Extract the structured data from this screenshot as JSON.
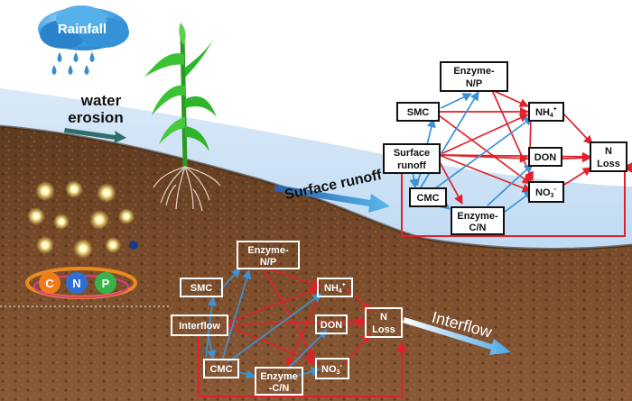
{
  "labels": {
    "rainfall": "Rainfall",
    "water_erosion_1": "water",
    "water_erosion_2": "erosion",
    "surface_runoff": "Surface runoff",
    "interflow": "Interflow",
    "cnp": [
      "C",
      "N",
      "P"
    ]
  },
  "surface_network": {
    "nodes": {
      "smc": "SMC",
      "enzyme_np_1": "Enzyme-",
      "enzyme_np_2": "N/P",
      "nh4_base": "NH",
      "nh4_sub": "4",
      "nh4_sup": "+",
      "surface_runoff_1": "Surface",
      "surface_runoff_2": "runoff",
      "don": "DON",
      "n_loss_1": "N",
      "n_loss_2": "Loss",
      "cmc": "CMC",
      "no3_base": "NO",
      "no3_sub": "3",
      "no3_sup": "-",
      "enzyme_cn_1": "Enzyme-",
      "enzyme_cn_2": "C/N"
    }
  },
  "subsurface_network": {
    "nodes": {
      "enzyme_np_1": "Enzyme-",
      "enzyme_np_2": "N/P",
      "smc": "SMC",
      "nh4_base": "NH",
      "nh4_sub": "4",
      "nh4_sup": "+",
      "interflow": "Interflow",
      "don": "DON",
      "n_loss_1": "N",
      "n_loss_2": "Loss",
      "cmc": "CMC",
      "enzyme_cn_1": "Enzyme",
      "enzyme_cn_2": "-C/N",
      "no3_base": "NO",
      "no3_sub": "3",
      "no3_sup": "-"
    }
  },
  "colors": {
    "water": "#b9d6f3",
    "soil": "#6e4426",
    "blue_arrow": "#3d92d4",
    "red_arrow": "#e0212b",
    "plant": "#2fb52a"
  }
}
